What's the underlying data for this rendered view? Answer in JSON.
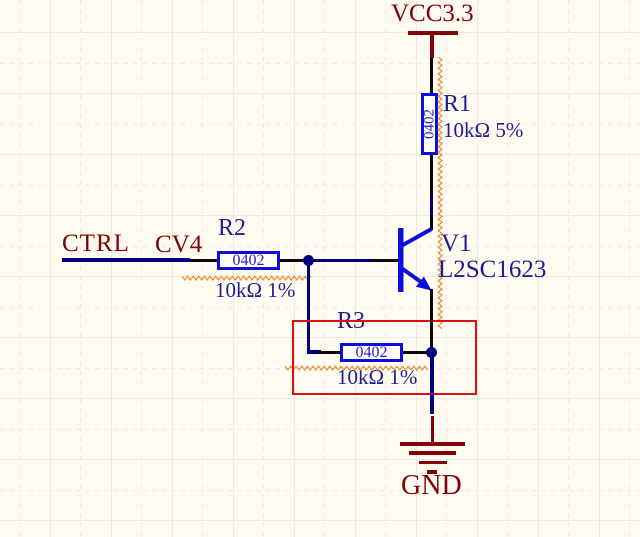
{
  "canvas": {
    "background": "#FFFBF0",
    "grid_solid": "#ECEAE1",
    "grid_dashed": "#EDEBE4"
  },
  "colors": {
    "canvas_bg": "#FFFBF0",
    "wire": "#00007D",
    "pin": "#0A0A0A",
    "component_blue": "#0D0DDE",
    "label_blue": "#1D1D91",
    "footprint_blue": "#2121CE",
    "power_red": "#7F0404",
    "squiggle_orange": "#E78A2E",
    "highlight_red": "#DC1010"
  },
  "power": {
    "vcc_label": "VCC3.3",
    "gnd_label": "GND"
  },
  "net_labels": {
    "ctrl": "CTRL",
    "cv4": "CV4"
  },
  "components": {
    "r1": {
      "designator": "R1",
      "footprint": "0402",
      "value": "10kΩ 5%"
    },
    "r2": {
      "designator": "R2",
      "footprint": "0402",
      "value": "10kΩ 1%"
    },
    "r3": {
      "designator": "R3",
      "footprint": "0402",
      "value": "10kΩ 1%"
    },
    "v1": {
      "designator": "V1",
      "part_number": "L2SC1623"
    }
  }
}
